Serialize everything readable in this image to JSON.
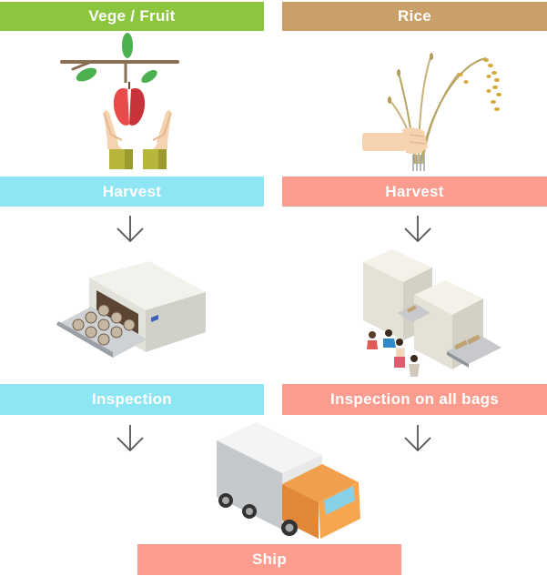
{
  "columns": {
    "left": {
      "header": "Vege / Fruit",
      "harvest": "Harvest",
      "inspection": "Inspection"
    },
    "right": {
      "header": "Rice",
      "harvest": "Harvest",
      "inspection": "Inspection on all bags"
    }
  },
  "final_step": "Ship",
  "colors": {
    "vege_header": "#8cc63f",
    "rice_header": "#c9a06a",
    "cyan_step": "#8ee5f4",
    "salmon_step": "#fa9c8e",
    "arrow": "#555555"
  },
  "icons": {
    "vege_harvest": "hands-holding-apple-icon",
    "rice_harvest": "hand-holding-rice-icon",
    "vege_inspection": "inspection-machine-icon",
    "rice_inspection": "bag-inspection-facility-icon",
    "ship": "delivery-truck-icon",
    "arrow": "arrow-down-icon"
  }
}
